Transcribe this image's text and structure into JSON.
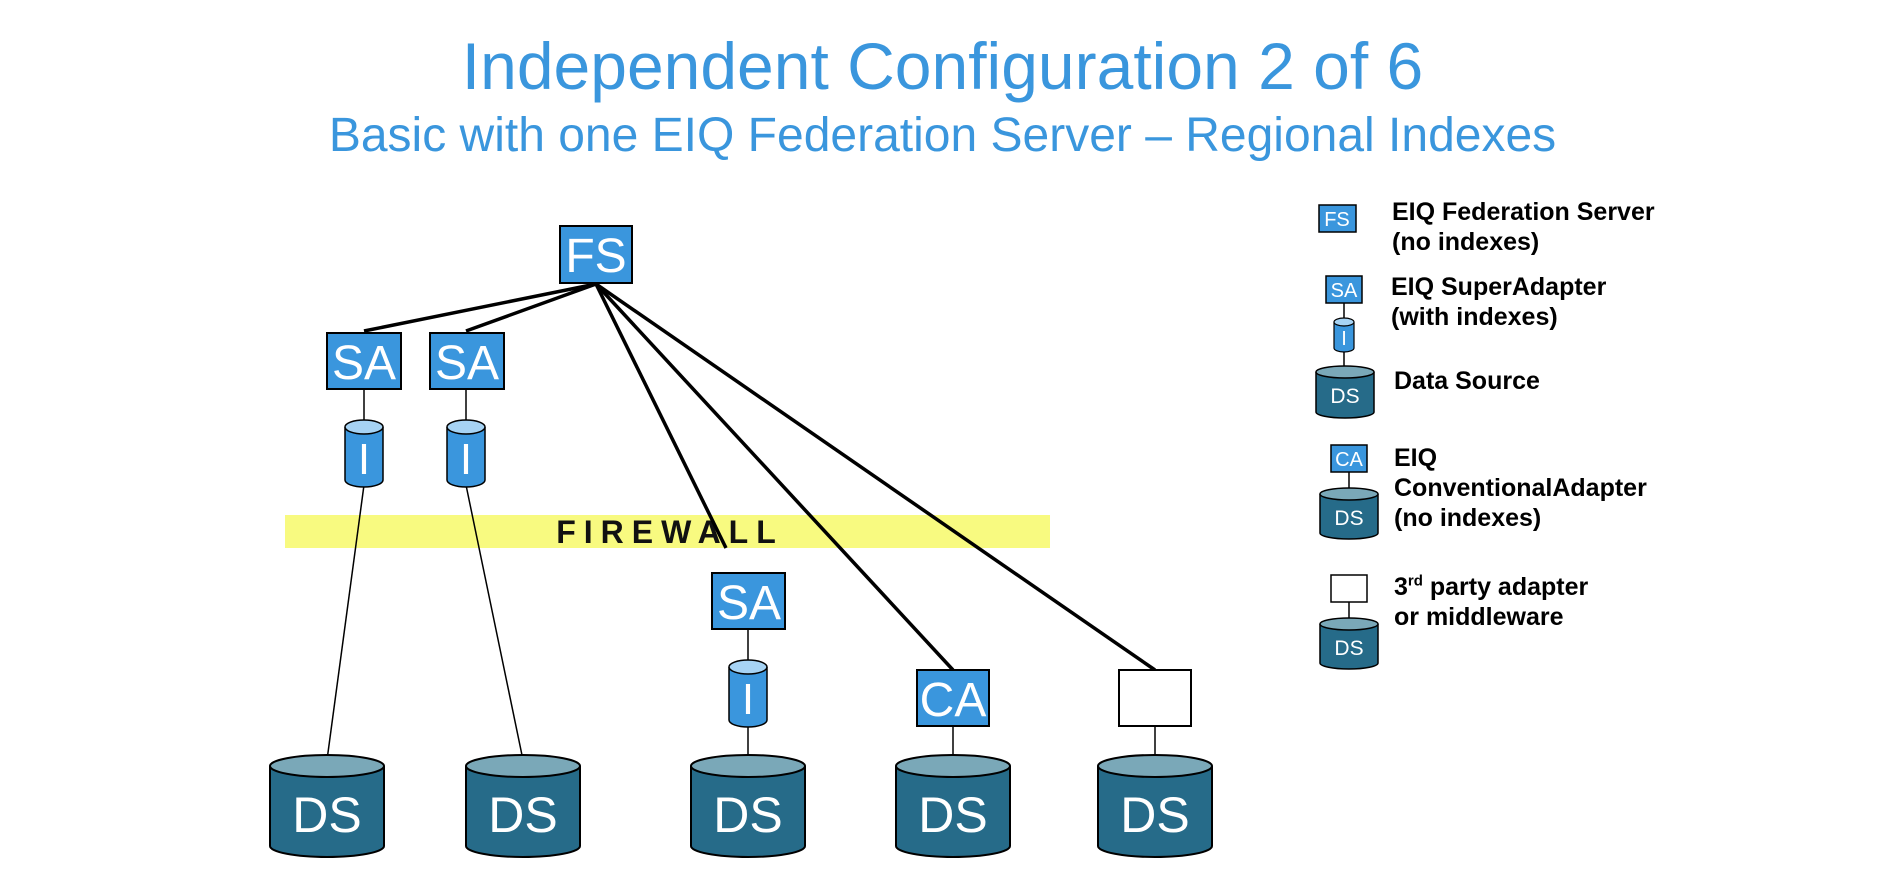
{
  "title": "Independent Configuration 2 of 6",
  "subtitle": "Basic with one EIQ Federation Server – Regional Indexes",
  "colors": {
    "title": "#3a96dd",
    "adapter_fill": "#3a96dd",
    "index_fill": "#3a96dd",
    "index_top": "#a6d3f4",
    "ds_body": "#266b89",
    "ds_top": "#7aa8b8",
    "firewall": "#f8fa80"
  },
  "diagram": {
    "fs_label": "FS",
    "sa_label": "SA",
    "index_label": "I",
    "ca_label": "CA",
    "ds_label": "DS",
    "firewall_label": "FIREWALL"
  },
  "legend": {
    "fs": {
      "icon_label": "FS",
      "line1": "EIQ Federation Server",
      "line2": "(no indexes)"
    },
    "sa": {
      "icon_label": "SA",
      "index_label": "I",
      "line1": "EIQ SuperAdapter",
      "line2": "(with indexes)"
    },
    "ds": {
      "icon_label": "DS",
      "line1": "Data Source"
    },
    "ca": {
      "icon_label": "CA",
      "ds_label": "DS",
      "line1": "EIQ",
      "line2": "ConventionalAdapter",
      "line3": "(no indexes)"
    },
    "third": {
      "ds_label": "DS",
      "line1_num": "3",
      "line1_sup": "rd",
      "line1_rest": " party adapter",
      "line2": "or middleware"
    }
  }
}
